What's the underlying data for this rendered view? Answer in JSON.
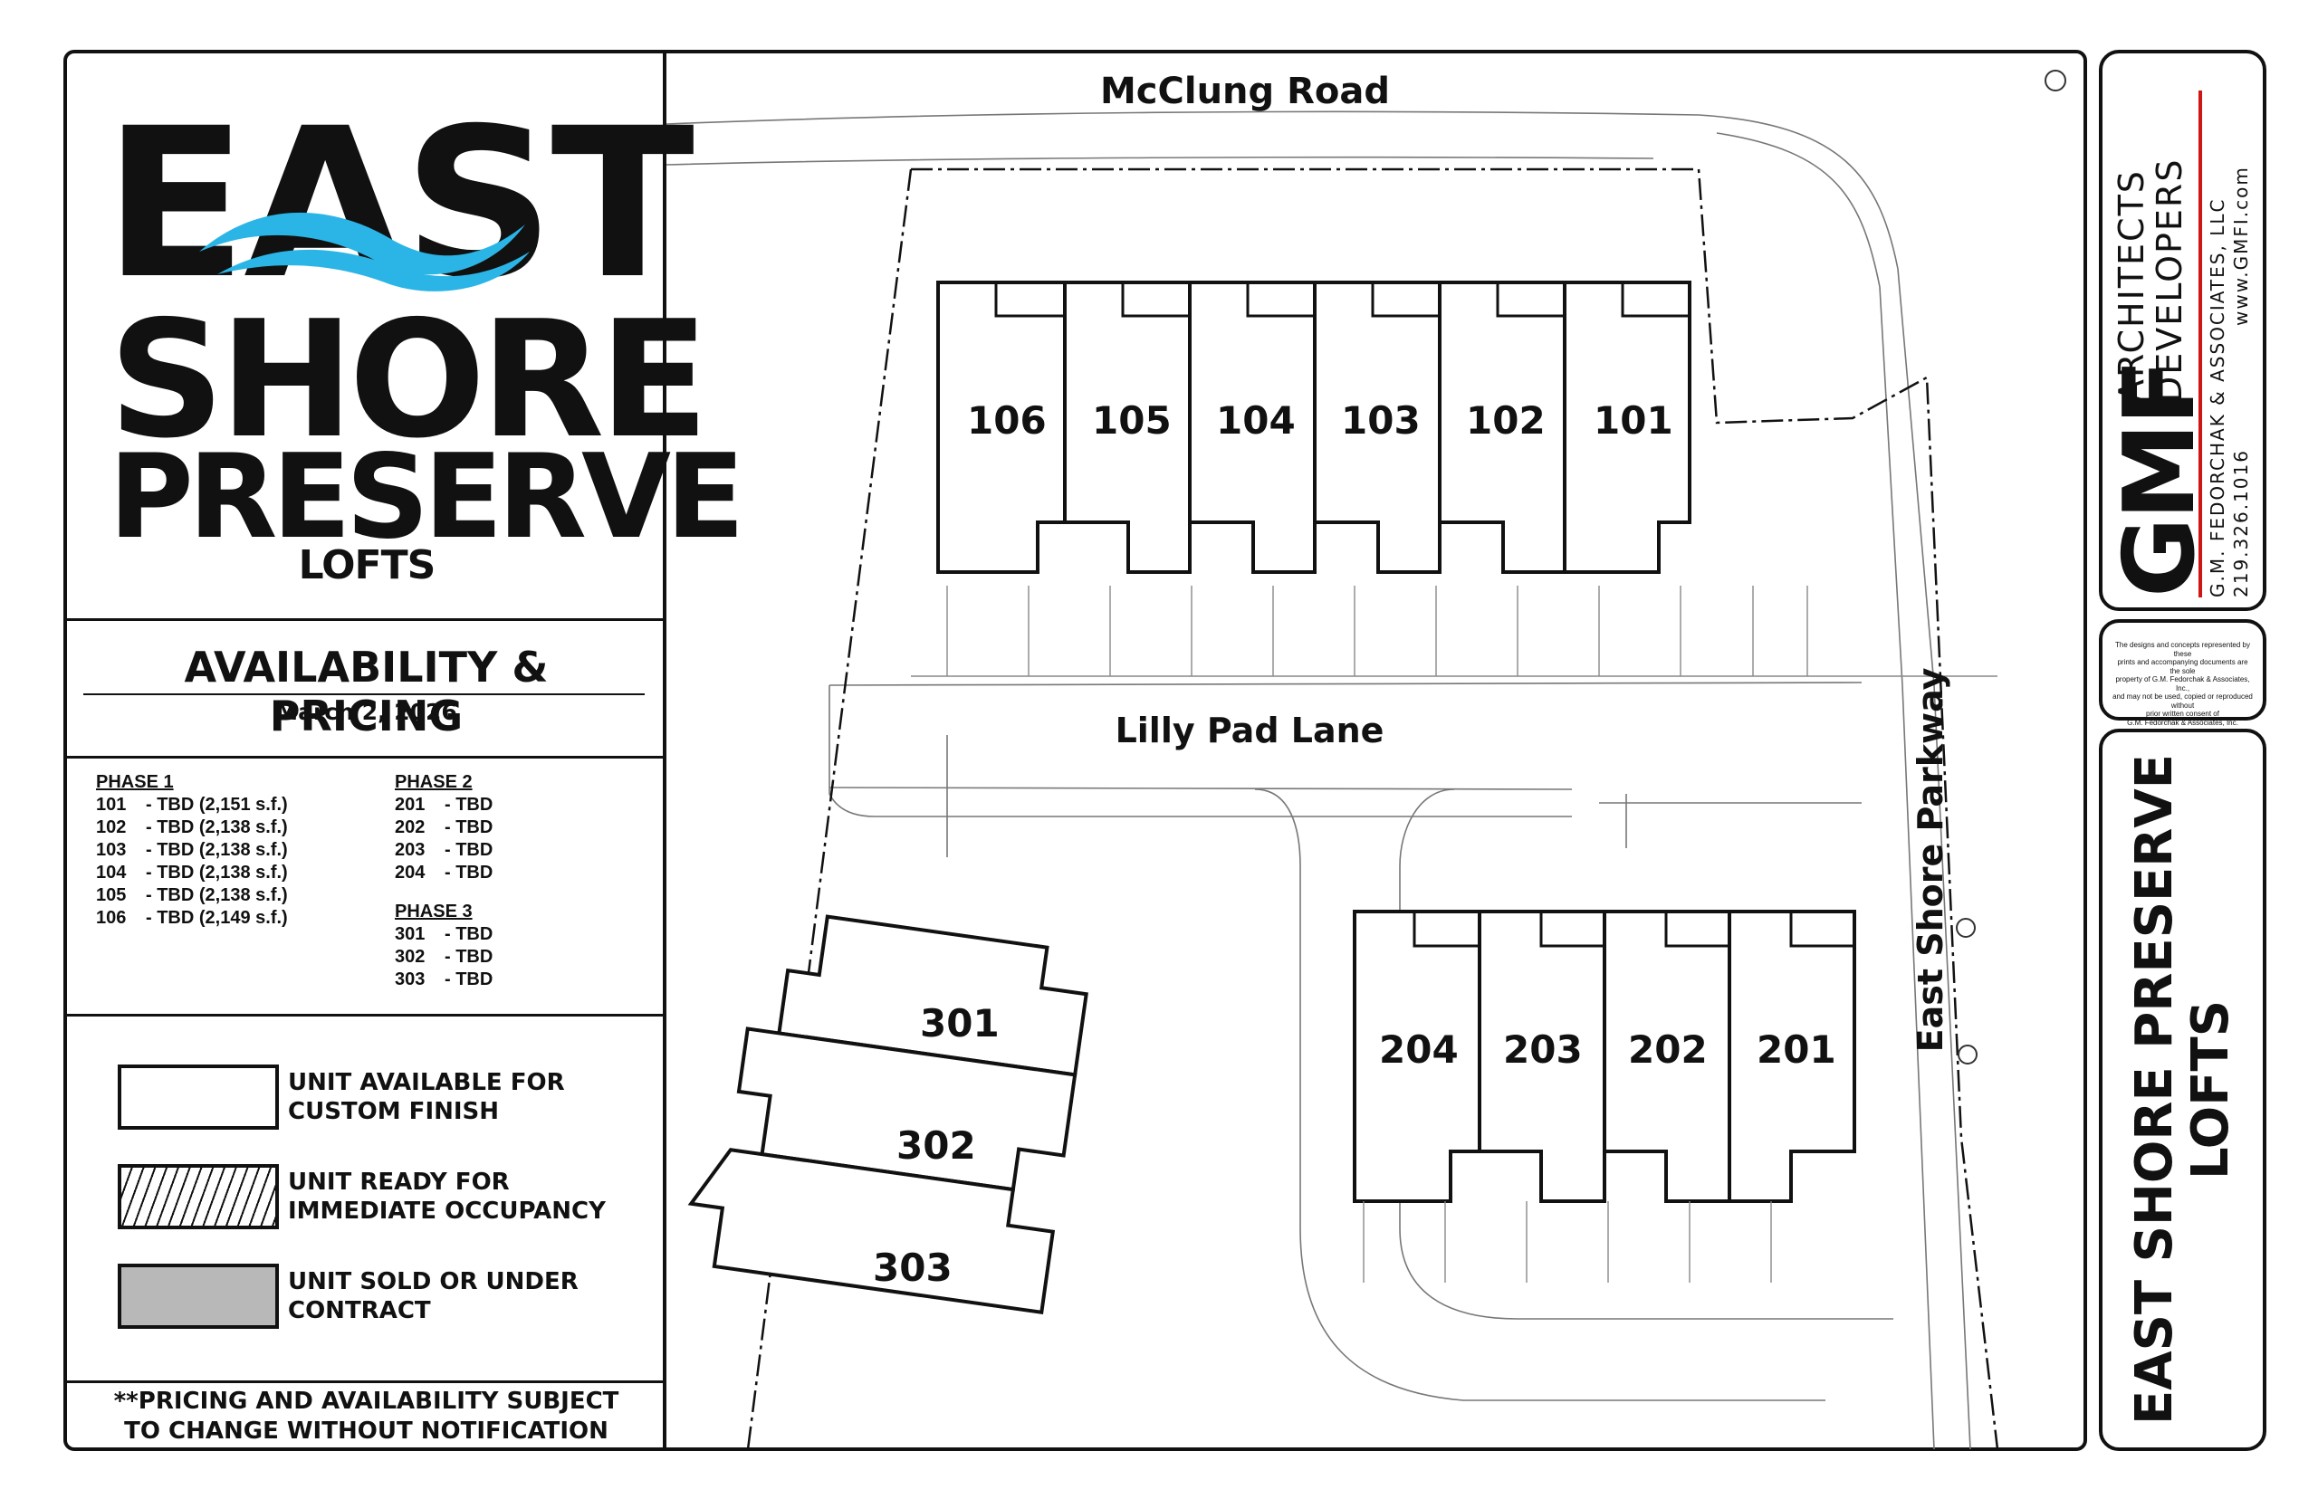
{
  "logo": {
    "line1": "EAST",
    "line2": "SHORE",
    "line3": "PRESERVE",
    "line4": "LOFTS",
    "wave_color": "#2bb5e6"
  },
  "availability": {
    "title": "AVAILABILITY & PRICING",
    "date": "March 2, 2026"
  },
  "phases": [
    {
      "title": "PHASE 1",
      "rows": [
        {
          "unit": "101",
          "text": "- TBD (2,151 s.f.)"
        },
        {
          "unit": "102",
          "text": "- TBD (2,138 s.f.)"
        },
        {
          "unit": "103",
          "text": "- TBD (2,138 s.f.)"
        },
        {
          "unit": "104",
          "text": "- TBD (2,138 s.f.)"
        },
        {
          "unit": "105",
          "text": "- TBD (2,138 s.f.)"
        },
        {
          "unit": "106",
          "text": "- TBD (2,149 s.f.)"
        }
      ]
    },
    {
      "title": "PHASE 2",
      "rows": [
        {
          "unit": "201",
          "text": "- TBD"
        },
        {
          "unit": "202",
          "text": "- TBD"
        },
        {
          "unit": "203",
          "text": "- TBD"
        },
        {
          "unit": "204",
          "text": "- TBD"
        }
      ]
    },
    {
      "title": "PHASE 3",
      "rows": [
        {
          "unit": "301",
          "text": "- TBD"
        },
        {
          "unit": "302",
          "text": "- TBD"
        },
        {
          "unit": "303",
          "text": "- TBD"
        }
      ]
    }
  ],
  "legend": [
    {
      "style": "open",
      "line1": "UNIT AVAILABLE FOR",
      "line2": "CUSTOM FINISH"
    },
    {
      "style": "hatched",
      "line1": "UNIT READY FOR",
      "line2": "IMMEDIATE OCCUPANCY"
    },
    {
      "style": "sold",
      "line1": "UNIT SOLD OR UNDER",
      "line2": "CONTRACT",
      "fill": "#b8b8b8"
    }
  ],
  "disclaimer": {
    "line1": "**PRICING AND AVAILABILITY SUBJECT",
    "line2": "TO CHANGE WITHOUT NOTIFICATION"
  },
  "site_plan": {
    "road_north": "McClung Road",
    "road_middle": "Lilly Pad Lane",
    "road_east": "East Shore Parkway",
    "phase1_units": [
      "106",
      "105",
      "104",
      "103",
      "102",
      "101"
    ],
    "phase2_units": [
      "204",
      "203",
      "202",
      "201"
    ],
    "phase3_units": [
      "301",
      "302",
      "303"
    ]
  },
  "firm": {
    "initials": "GMF",
    "line1": "ARCHITECTS",
    "line2": "DEVELOPERS",
    "legal_name": "G.M. FEDORCHAK & ASSOCIATES, LLC",
    "website": "www.GMFI.com",
    "phone": "219.326.1016",
    "accent_color": "#d01515"
  },
  "copyright_note": [
    "The designs and concepts represented by these",
    "prints and accompanying documents are the sole",
    "property of G.M. Fedorchak & Associates, Inc.,",
    "and may not be used, copied or reproduced without",
    "prior written consent of",
    "G.M. Fedorchak & Associates, Inc."
  ],
  "project_title": {
    "line1": "EAST SHORE PRESERVE",
    "line2": "LOFTS"
  }
}
